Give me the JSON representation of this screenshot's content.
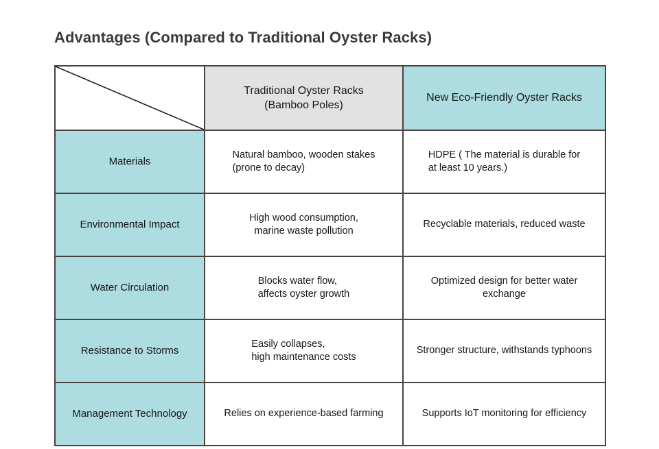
{
  "slide": {
    "title": "Advantages (Compared to Traditional Oyster Racks)",
    "background_color": "#FFFFFF"
  },
  "colors": {
    "teal": "#ADDCE1",
    "gray_header": "#E2E2E2",
    "border": "#4A4240",
    "title_text": "#3A3A3C",
    "body_text": "#161616"
  },
  "table": {
    "corner_cell": {
      "icon": "diagonal-divider-line",
      "text": ""
    },
    "columns": [
      {
        "key": "criteria",
        "label": ""
      },
      {
        "key": "traditional",
        "label_line1": "Traditional Oyster Racks",
        "label_line2": "(Bamboo Poles)"
      },
      {
        "key": "eco",
        "label_line1": "New Eco-Friendly Oyster Racks",
        "label_line2": ""
      }
    ],
    "rows": [
      {
        "label": "Materials",
        "traditional_line1": "Natural bamboo, wooden stakes",
        "traditional_line2": "(prone to decay)",
        "eco_line1": "HDPE ( The material is durable for",
        "eco_line2": "at least 10 years.)"
      },
      {
        "label": "Environmental Impact",
        "traditional_line1": "High wood consumption,",
        "traditional_line2": "marine waste pollution",
        "eco_line1": "Recyclable materials, reduced waste",
        "eco_line2": ""
      },
      {
        "label": "Water Circulation",
        "traditional_line1": "Blocks water flow,",
        "traditional_line2": "affects oyster growth",
        "eco_line1": "Optimized design for better water exchange",
        "eco_line2": ""
      },
      {
        "label": "Resistance to Storms",
        "traditional_line1": "Easily collapses,",
        "traditional_line2": "high maintenance costs",
        "eco_line1": "Stronger structure, withstands typhoons",
        "eco_line2": ""
      },
      {
        "label": "Management Technology",
        "traditional_line1": "Relies on experience-based farming",
        "traditional_line2": "",
        "eco_line1": "Supports IoT monitoring for efficiency",
        "eco_line2": ""
      }
    ]
  }
}
